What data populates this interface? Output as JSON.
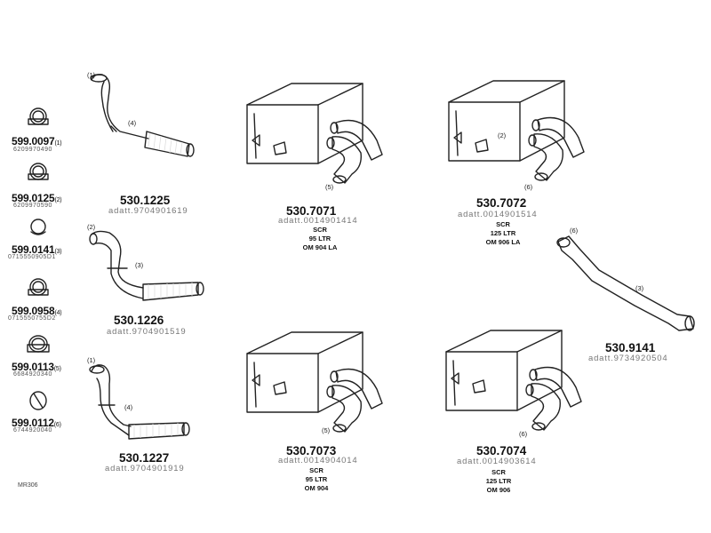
{
  "clamps": [
    {
      "part_no": "599.0097",
      "qty": "(1)",
      "ref": "6209970490"
    },
    {
      "part_no": "599.0125",
      "qty": "(2)",
      "ref": "6209970590"
    },
    {
      "part_no": "599.0141",
      "qty": "(3)",
      "ref": "0715550905D1"
    },
    {
      "part_no": "599.0958",
      "qty": "(4)",
      "ref": "0715550755D2"
    },
    {
      "part_no": "599.0113",
      "qty": "(5)",
      "ref": "6684920340"
    },
    {
      "part_no": "599.0112",
      "qty": "(6)",
      "ref": "6744920040"
    }
  ],
  "pipes": [
    {
      "part_no": "530.1225",
      "oem": "adatt.9704901619",
      "callout_top": "(1)",
      "callout_side": "(4)"
    },
    {
      "part_no": "530.1226",
      "oem": "adatt.9704901519",
      "callout_top": "(2)",
      "callout_side": "(3)"
    },
    {
      "part_no": "530.1227",
      "oem": "adatt.9704901919",
      "callout_top": "(1)",
      "callout_side": "(4)"
    }
  ],
  "mufflers": [
    {
      "part_no": "530.7071",
      "oem": "adatt.0014901414",
      "spec": [
        "SCR",
        "95 LTR",
        "OM 904 LA"
      ],
      "callout": "(5)"
    },
    {
      "part_no": "530.7072",
      "oem": "adatt.0014901514",
      "spec": [
        "SCR",
        "125 LTR",
        "OM 906 LA"
      ],
      "callout": "(6)",
      "callout2": "(2)"
    },
    {
      "part_no": "530.7073",
      "oem": "adatt.0014904014",
      "spec": [
        "SCR",
        "95 LTR",
        "OM 904"
      ],
      "callout": "(5)"
    },
    {
      "part_no": "530.7074",
      "oem": "adatt.0014903614",
      "spec": [
        "SCR",
        "125 LTR",
        "OM 906"
      ],
      "callout": "(6)"
    }
  ],
  "tailpipe": {
    "part_no": "530.9141",
    "oem": "adatt.9734920504",
    "callout_top": "(6)",
    "callout_side": "(3)"
  },
  "diagram_code": "MR306"
}
